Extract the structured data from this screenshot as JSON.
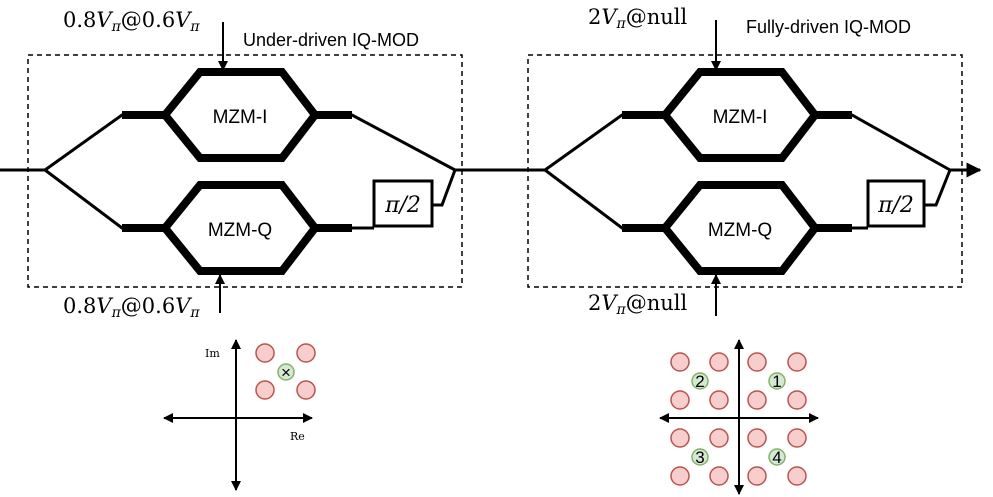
{
  "left_modulator": {
    "title": "Under-driven IQ-MOD",
    "top_drive_label": {
      "coef": "0.8",
      "v": "V",
      "sub": "π",
      "at": "@",
      "coef2": "0.6",
      "v2": "V",
      "sub2": "π"
    },
    "bottom_drive_label": {
      "coef": "0.8",
      "v": "V",
      "sub": "π",
      "at": "@",
      "coef2": "0.6",
      "v2": "V",
      "sub2": "π"
    },
    "mzm_i_label": "MZM-I",
    "mzm_q_label": "MZM-Q",
    "phase_shift_label": "π/2"
  },
  "right_modulator": {
    "title": "Fully-driven IQ-MOD",
    "top_drive_label": {
      "coef": "2",
      "v": "V",
      "sub": "π",
      "at": "@null"
    },
    "bottom_drive_label": {
      "coef": "2",
      "v": "V",
      "sub": "π",
      "at": "@null"
    },
    "mzm_i_label": "MZM-I",
    "mzm_q_label": "MZM-Q",
    "phase_shift_label": "π/2"
  },
  "left_constellation": {
    "im_label": "Im",
    "re_label": "Re",
    "center_marker": "×",
    "point_count": 4
  },
  "right_constellation": {
    "quadrant_labels": [
      "1",
      "2",
      "3",
      "4"
    ],
    "points_per_quadrant": 4
  },
  "colors": {
    "constellation_fill": "#f8cecc",
    "constellation_stroke": "#b85450",
    "centroid_fill": "#d5e8d4",
    "centroid_stroke": "#82b366",
    "line": "#000000"
  }
}
